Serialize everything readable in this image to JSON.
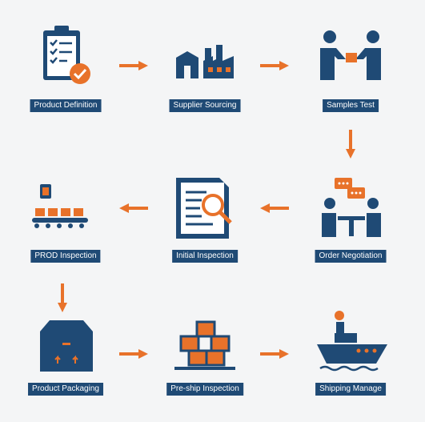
{
  "colors": {
    "navy": "#1f4a75",
    "orange": "#e8722a",
    "background": "#f4f5f6"
  },
  "steps": [
    {
      "label": "Product Definition",
      "icon": "clipboard-check-icon"
    },
    {
      "label": "Supplier Sourcing",
      "icon": "factory-icon"
    },
    {
      "label": "Samples Test",
      "icon": "handover-icon"
    },
    {
      "label": "Order Negotiation",
      "icon": "meeting-icon"
    },
    {
      "label": "Initial Inspection",
      "icon": "document-magnifier-icon"
    },
    {
      "label": "PROD Inspection",
      "icon": "conveyor-icon"
    },
    {
      "label": "Product Packaging",
      "icon": "box-icon"
    },
    {
      "label": "Pre-ship Inspection",
      "icon": "stacked-boxes-icon"
    },
    {
      "label": "Shipping Manage",
      "icon": "ship-icon"
    }
  ]
}
